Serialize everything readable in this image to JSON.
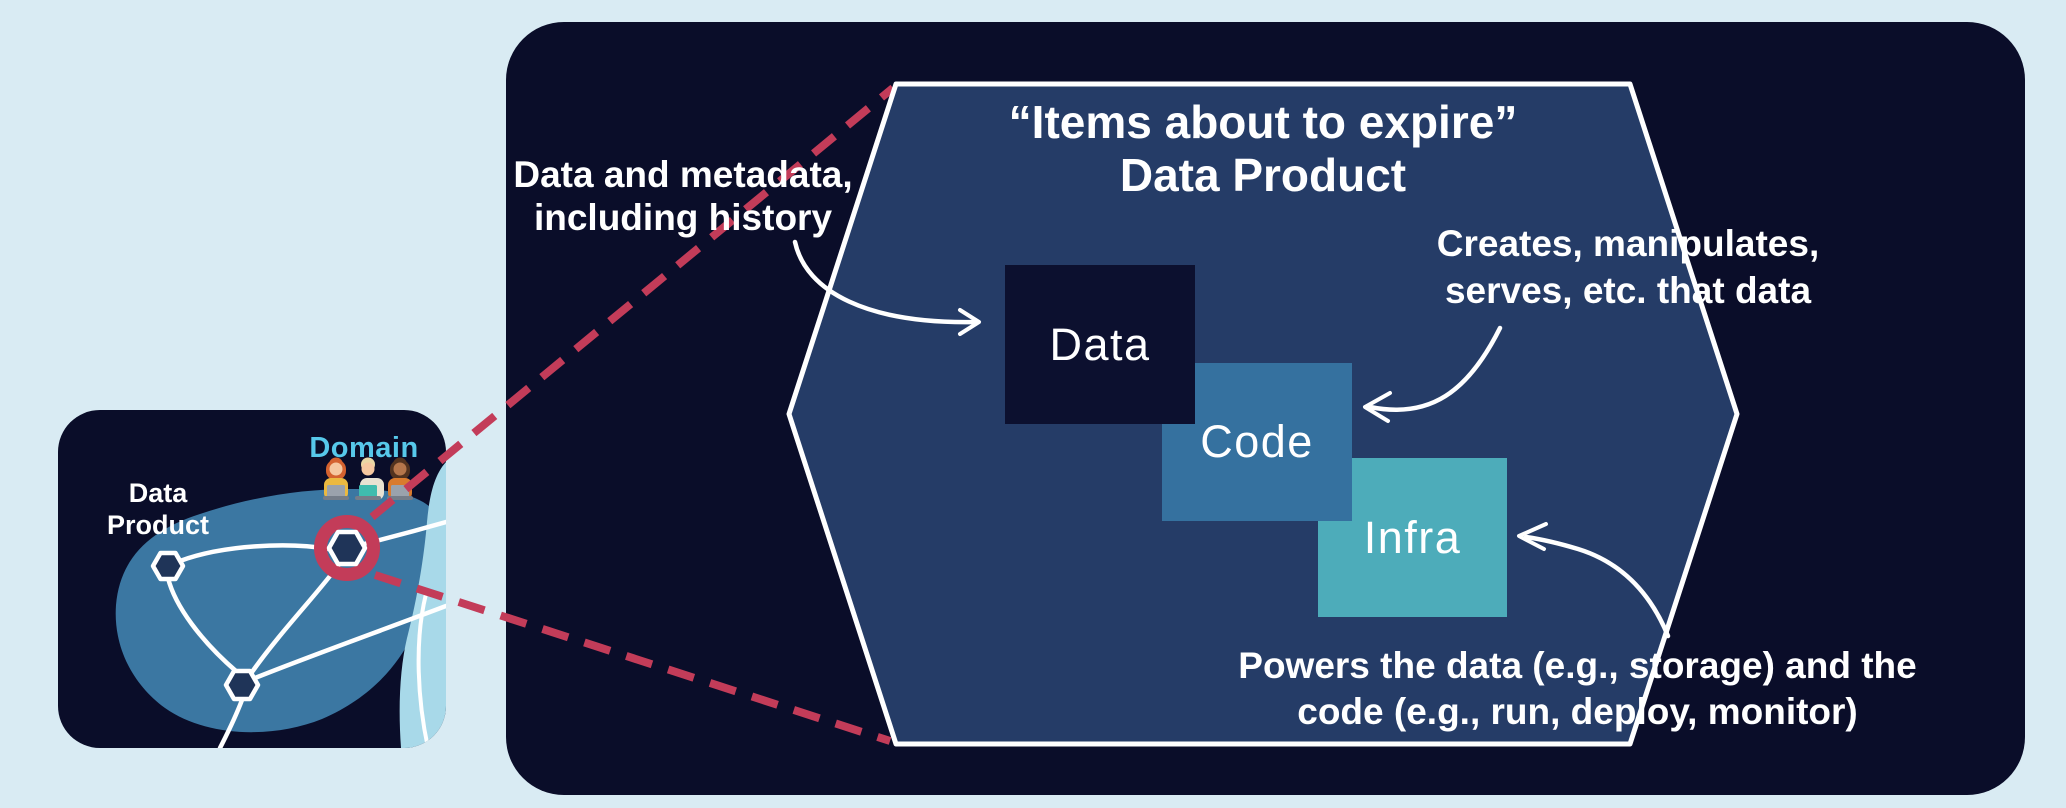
{
  "slide": {
    "title": {
      "line1": "“Items about to expire”",
      "line2": "Data Product"
    },
    "boxes": [
      {
        "id": "data",
        "label": "Data"
      },
      {
        "id": "code",
        "label": "Code"
      },
      {
        "id": "infra",
        "label": "Infra"
      }
    ],
    "annotations": {
      "data": {
        "line1": "Data and metadata,",
        "line2": "including history"
      },
      "code": {
        "line1": "Creates, manipulates,",
        "line2": "serves, etc. that data"
      },
      "infra": {
        "line1": "Powers the data (e.g., storage) and the",
        "line2": "code (e.g., run, deploy, monitor)"
      }
    }
  },
  "inset": {
    "domain_label": "Domain",
    "product_label": {
      "line1": "Data",
      "line2": "Product"
    }
  },
  "icons": [
    "person-icon",
    "hexagon-node-icon",
    "highlight-ring-icon",
    "zoom-guide-dashes-icon",
    "curved-arrow-icon"
  ],
  "colors": {
    "background": "#D9EBF3",
    "panel_navy": "#0A0D29",
    "hexagon_fill": "#253C67",
    "data_box": "#0C102F",
    "code_box": "#35719F",
    "infra_box": "#4DACBA",
    "accent_red": "#C33C59",
    "domain_label_blue": "#57C8EA",
    "domain_blob_blue": "#3B77A2",
    "neighbor_domain_light_blue": "#A8D9E9",
    "node_fill": "#1F3458",
    "line_white": "#FFFFFF"
  }
}
